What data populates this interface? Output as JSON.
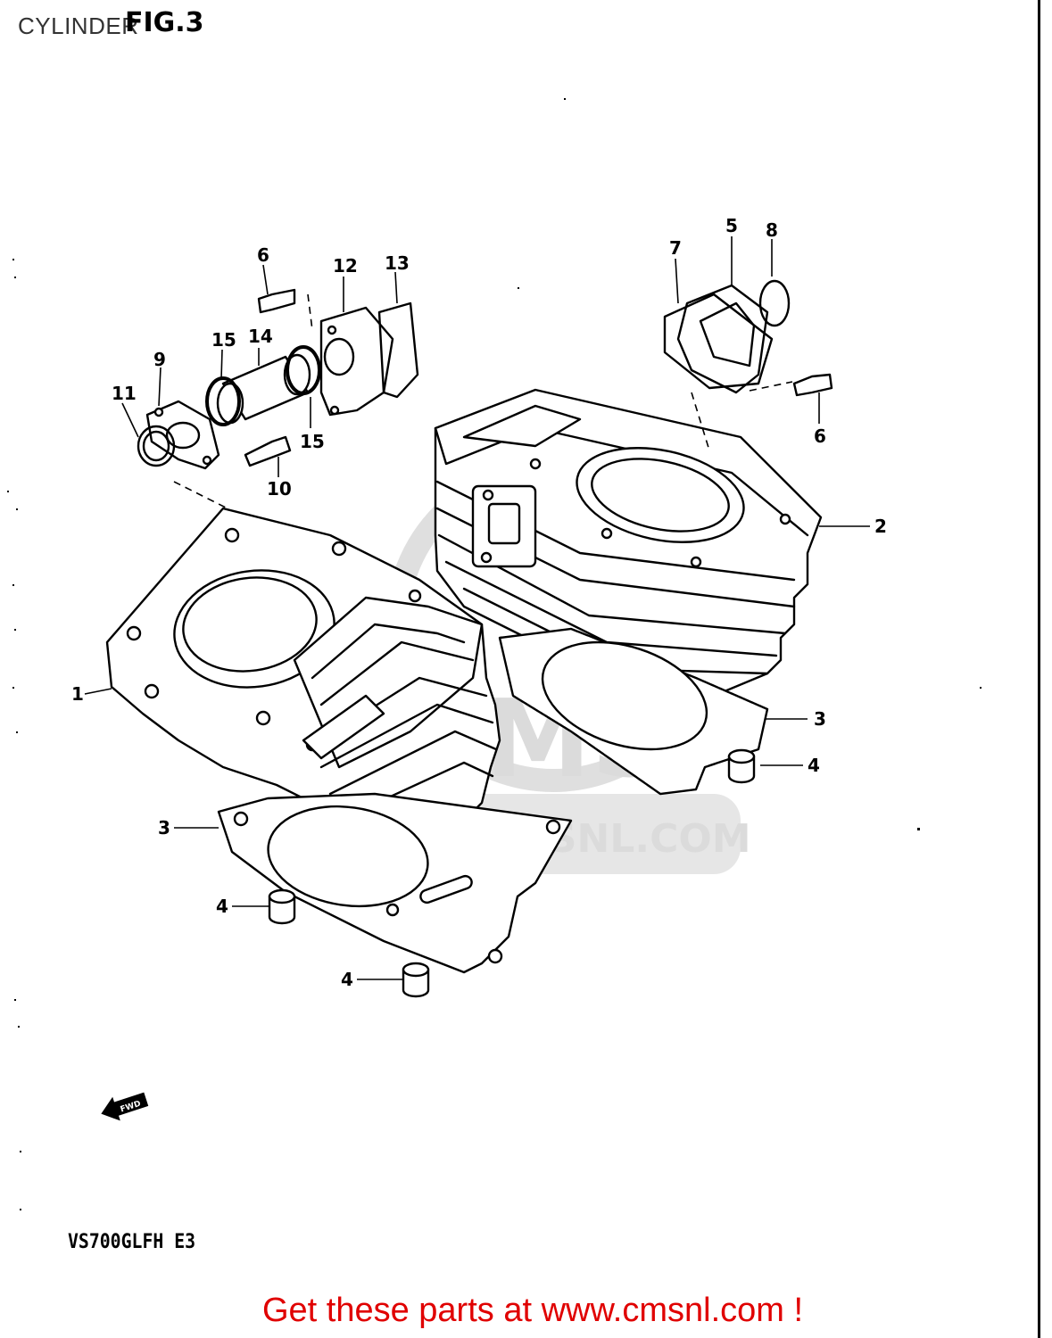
{
  "header": {
    "title": "CYLINDER",
    "fig_label": "FIG.3"
  },
  "model_code": "VS700GLFH E3",
  "fwd_label": "FWD",
  "watermark": {
    "brand": "CMS",
    "url": "WWW.CMSNL.COM"
  },
  "call_to_action": "Get these parts at www.cmsnl.com !",
  "callouts": [
    {
      "id": "1",
      "text": "1"
    },
    {
      "id": "2",
      "text": "2"
    },
    {
      "id": "3a",
      "text": "3"
    },
    {
      "id": "3b",
      "text": "3"
    },
    {
      "id": "4a",
      "text": "4"
    },
    {
      "id": "4b",
      "text": "4"
    },
    {
      "id": "4c",
      "text": "4"
    },
    {
      "id": "5",
      "text": "5"
    },
    {
      "id": "6a",
      "text": "6"
    },
    {
      "id": "6b",
      "text": "6"
    },
    {
      "id": "7",
      "text": "7"
    },
    {
      "id": "8",
      "text": "8"
    },
    {
      "id": "9",
      "text": "9"
    },
    {
      "id": "10",
      "text": "10"
    },
    {
      "id": "11",
      "text": "11"
    },
    {
      "id": "12",
      "text": "12"
    },
    {
      "id": "13",
      "text": "13"
    },
    {
      "id": "14",
      "text": "14"
    },
    {
      "id": "15a",
      "text": "15"
    },
    {
      "id": "15b",
      "text": "15"
    }
  ],
  "colors": {
    "line": "#000000",
    "cta": "#e00000",
    "watermark": "#d8d8d8"
  }
}
